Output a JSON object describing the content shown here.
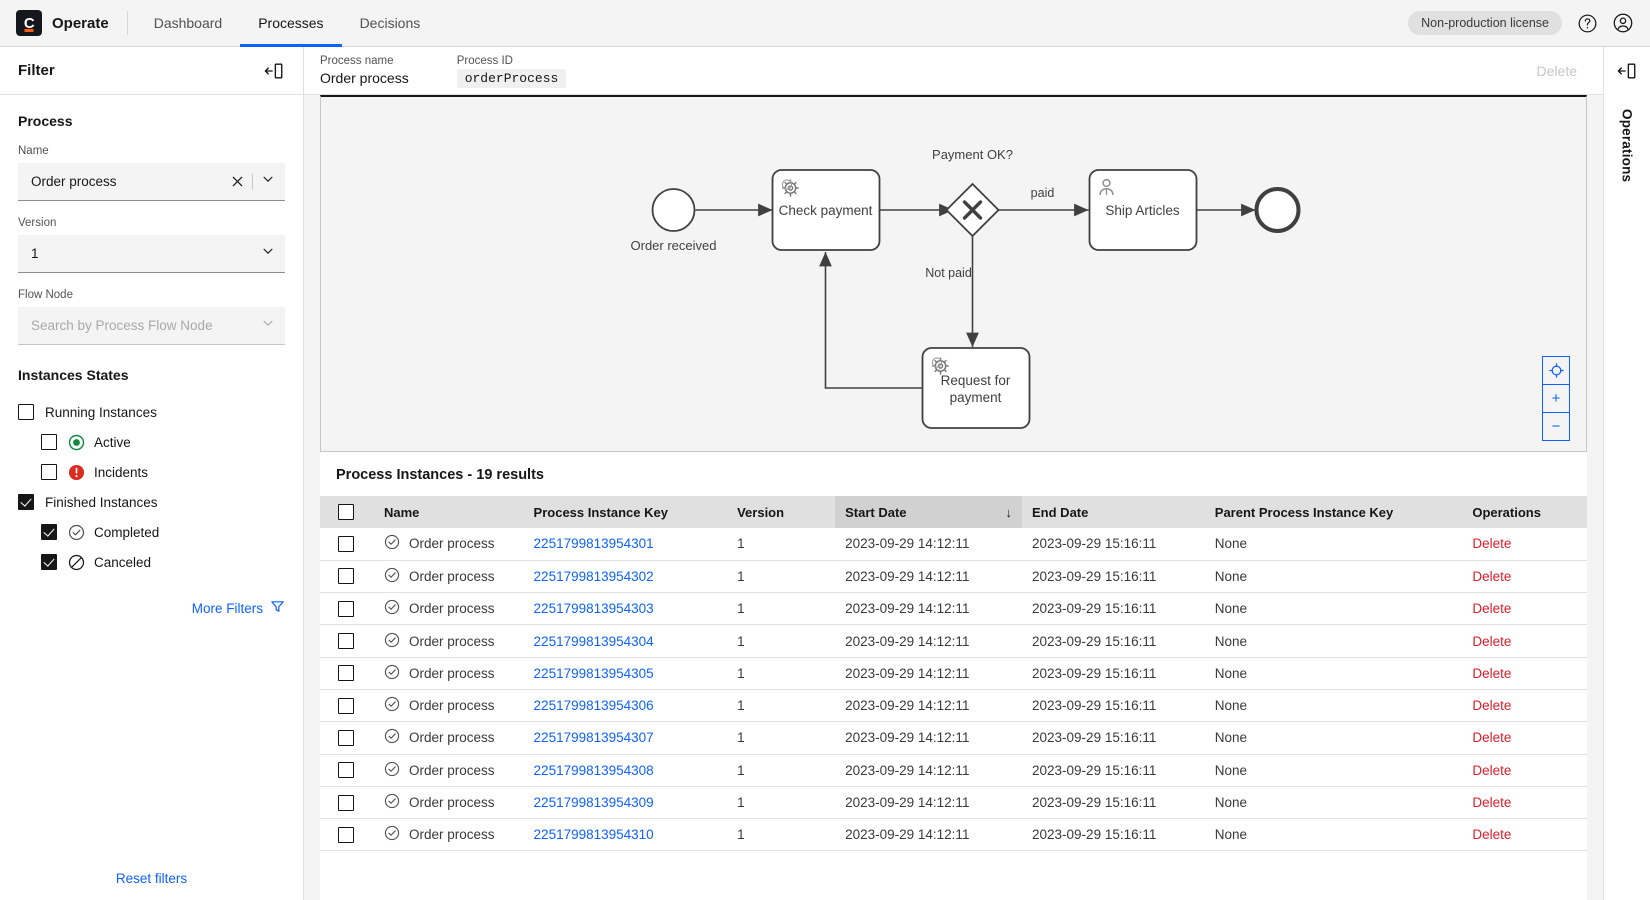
{
  "header": {
    "brand": "Operate",
    "logo_letter": "C",
    "nav": [
      {
        "label": "Dashboard",
        "active": false
      },
      {
        "label": "Processes",
        "active": true
      },
      {
        "label": "Decisions",
        "active": false
      }
    ],
    "license_badge": "Non-production license",
    "help_icon": "help-icon",
    "user_icon": "user-avatar-icon"
  },
  "filter": {
    "title": "Filter",
    "collapse_icon": "panel-collapse-icon",
    "process_section": "Process",
    "name_label": "Name",
    "name_value": "Order process",
    "version_label": "Version",
    "version_value": "1",
    "flow_node_label": "Flow Node",
    "flow_node_placeholder": "Search by Process Flow Node",
    "states_title": "Instances States",
    "states": [
      {
        "label": "Running Instances",
        "checked": false,
        "indent": false,
        "icon": null
      },
      {
        "label": "Active",
        "checked": false,
        "indent": true,
        "icon": "active-icon"
      },
      {
        "label": "Incidents",
        "checked": false,
        "indent": true,
        "icon": "incident-icon"
      },
      {
        "label": "Finished Instances",
        "checked": true,
        "indent": false,
        "icon": null
      },
      {
        "label": "Completed",
        "checked": true,
        "indent": true,
        "icon": "completed-icon"
      },
      {
        "label": "Canceled",
        "checked": true,
        "indent": true,
        "icon": "canceled-icon"
      }
    ],
    "more_filters": "More Filters",
    "more_filters_icon": "filter-funnel-icon",
    "reset_filters": "Reset filters"
  },
  "process_header": {
    "name_label": "Process name",
    "name_value": "Order process",
    "id_label": "Process ID",
    "id_value": "orderProcess",
    "delete_label": "Delete"
  },
  "diagram": {
    "nodes": [
      {
        "id": "start",
        "type": "start-event",
        "label": "Order received"
      },
      {
        "id": "check",
        "type": "service-task",
        "label": "Check payment"
      },
      {
        "id": "gateway",
        "type": "exclusive-gateway",
        "label": "Payment OK?"
      },
      {
        "id": "ship",
        "type": "user-task",
        "label": "Ship Articles"
      },
      {
        "id": "request",
        "type": "service-task",
        "label": "Request for payment"
      },
      {
        "id": "end",
        "type": "end-event",
        "label": ""
      }
    ],
    "flows": [
      {
        "from": "gateway",
        "to": "ship",
        "label": "paid"
      },
      {
        "from": "gateway",
        "to": "request",
        "label": "Not paid"
      }
    ],
    "zoom_controls": [
      {
        "name": "reset-zoom-button",
        "label": ""
      },
      {
        "name": "zoom-in-button",
        "label": "+"
      },
      {
        "name": "zoom-out-button",
        "label": "−"
      }
    ]
  },
  "table": {
    "title_prefix": "Process Instances",
    "title_sep": "-",
    "results_count": "19 results",
    "sort_column": "Start Date",
    "sort_direction_icon": "↓",
    "columns": [
      {
        "key": "name",
        "label": "Name"
      },
      {
        "key": "processInstanceKey",
        "label": "Process Instance Key"
      },
      {
        "key": "version",
        "label": "Version"
      },
      {
        "key": "startDate",
        "label": "Start Date"
      },
      {
        "key": "endDate",
        "label": "End Date"
      },
      {
        "key": "parentKey",
        "label": "Parent Process Instance Key"
      },
      {
        "key": "operations",
        "label": "Operations"
      }
    ],
    "delete_label": "Delete",
    "row_status_icon": "completed-icon",
    "rows": [
      {
        "name": "Order process",
        "key": "2251799813954301",
        "version": "1",
        "start": "2023-09-29 14:12:11",
        "end": "2023-09-29 15:16:11",
        "parent": "None",
        "op": "Delete"
      },
      {
        "name": "Order process",
        "key": "2251799813954302",
        "version": "1",
        "start": "2023-09-29 14:12:11",
        "end": "2023-09-29 15:16:11",
        "parent": "None",
        "op": "Delete"
      },
      {
        "name": "Order process",
        "key": "2251799813954303",
        "version": "1",
        "start": "2023-09-29 14:12:11",
        "end": "2023-09-29 15:16:11",
        "parent": "None",
        "op": "Delete"
      },
      {
        "name": "Order process",
        "key": "2251799813954304",
        "version": "1",
        "start": "2023-09-29 14:12:11",
        "end": "2023-09-29 15:16:11",
        "parent": "None",
        "op": "Delete"
      },
      {
        "name": "Order process",
        "key": "2251799813954305",
        "version": "1",
        "start": "2023-09-29 14:12:11",
        "end": "2023-09-29 15:16:11",
        "parent": "None",
        "op": "Delete"
      },
      {
        "name": "Order process",
        "key": "2251799813954306",
        "version": "1",
        "start": "2023-09-29 14:12:11",
        "end": "2023-09-29 15:16:11",
        "parent": "None",
        "op": "Delete"
      },
      {
        "name": "Order process",
        "key": "2251799813954307",
        "version": "1",
        "start": "2023-09-29 14:12:11",
        "end": "2023-09-29 15:16:11",
        "parent": "None",
        "op": "Delete"
      },
      {
        "name": "Order process",
        "key": "2251799813954308",
        "version": "1",
        "start": "2023-09-29 14:12:11",
        "end": "2023-09-29 15:16:11",
        "parent": "None",
        "op": "Delete"
      },
      {
        "name": "Order process",
        "key": "2251799813954309",
        "version": "1",
        "start": "2023-09-29 14:12:11",
        "end": "2023-09-29 15:16:11",
        "parent": "None",
        "op": "Delete"
      },
      {
        "name": "Order process",
        "key": "2251799813954310",
        "version": "1",
        "start": "2023-09-29 14:12:11",
        "end": "2023-09-29 15:16:11",
        "parent": "None",
        "op": "Delete"
      }
    ]
  },
  "operations_panel": {
    "label": "Operations",
    "collapse_icon": "panel-collapse-icon"
  },
  "colors": {
    "accent_blue": "#0f62fe",
    "danger_red": "#da1e28",
    "active_green": "#10893e",
    "incident_red": "#d92d20",
    "brand_orange": "#fc5d0d"
  }
}
